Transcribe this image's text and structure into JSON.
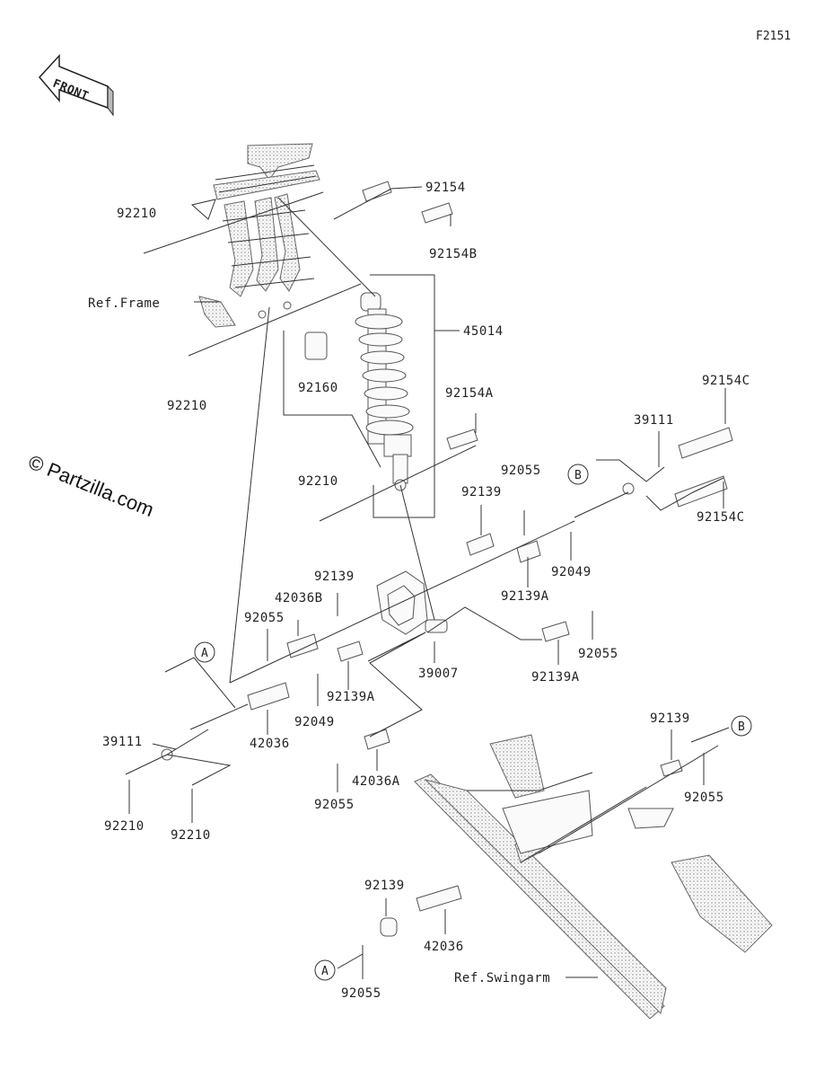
{
  "figure_code": "F2151",
  "front_arrow_text": "FRONT",
  "watermark": "© Partzilla.com",
  "ref_labels": {
    "frame": "Ref.Frame",
    "swingarm": "Ref.Swingarm"
  },
  "callouts": {
    "A": "A",
    "B": "B"
  },
  "part_labels": {
    "p92154": "92154",
    "p92154B": "92154B",
    "p92210_top": "92210",
    "p45014": "45014",
    "p92160": "92160",
    "p92210_mid": "92210",
    "p92154A": "92154A",
    "p92154C_top": "92154C",
    "p39111_right": "39111",
    "p92154C_bot": "92154C",
    "p92210_center": "92210",
    "p92055_a": "92055",
    "p92139_a": "92139",
    "p92049_right": "92049",
    "p92139A_a": "92139A",
    "p92139_b": "92139",
    "p42036B": "42036B",
    "p92055_b": "92055",
    "p92055_c": "92055",
    "p39007": "39007",
    "p92139A_b": "92139A",
    "p92139A_c": "92139A",
    "p92049_left": "92049",
    "p42036_a": "42036",
    "p39111_left": "39111",
    "p42036A": "42036A",
    "p92055_d": "92055",
    "p92210_bl": "92210",
    "p92210_br": "92210",
    "p92139_c": "92139",
    "p92055_e": "92055",
    "p92139_d": "92139",
    "p42036_b": "42036",
    "p92055_f": "92055"
  }
}
